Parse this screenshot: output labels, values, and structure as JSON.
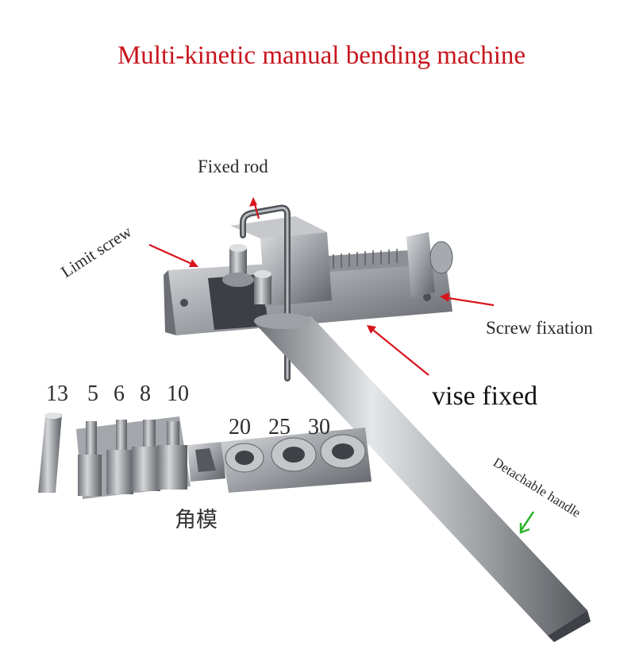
{
  "title": "Multi-kinetic manual bending machine",
  "labels": {
    "fixed_rod": "Fixed rod",
    "limit_screw": "Limit screw",
    "screw_fixation": "Screw fixation",
    "vise_fixed": "vise fixed",
    "detachable_handle": "Detachable handle",
    "angle_die": "角模"
  },
  "die_sizes_small": [
    "13",
    "5",
    "6",
    "8",
    "10"
  ],
  "die_sizes_large": [
    "20",
    "25",
    "30"
  ],
  "colors": {
    "title": "#c8141c",
    "arrow_red": "#d8141c",
    "arrow_green": "#2db52d"
  }
}
